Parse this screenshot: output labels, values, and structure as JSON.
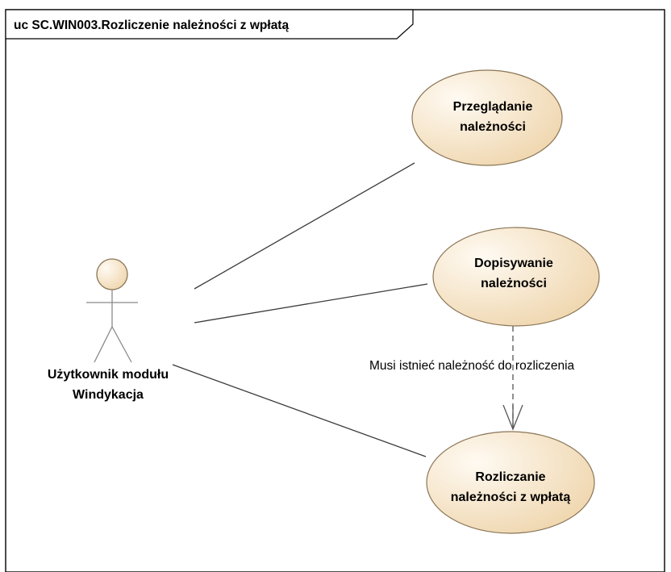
{
  "diagram": {
    "title": "uc SC.WIN003.Rozliczenie należności z wpłatą",
    "actor": {
      "name_line1": "Użytkownik modułu",
      "name_line2": "Windykacja"
    },
    "use_cases": [
      {
        "line1": "Przeglądanie",
        "line2": "należności"
      },
      {
        "line1": "Dopisywanie",
        "line2": "należności"
      },
      {
        "line1": "Rozliczanie",
        "line2": "należności z wpłatą"
      }
    ],
    "dependency": {
      "label": "Musi istnieć należność do rozliczenia"
    },
    "colors": {
      "use_case_fill_light": "#fdf6ea",
      "use_case_fill_dark": "#f0d9b5",
      "use_case_stroke": "#8a7556",
      "line": "#3a3a3a"
    }
  }
}
